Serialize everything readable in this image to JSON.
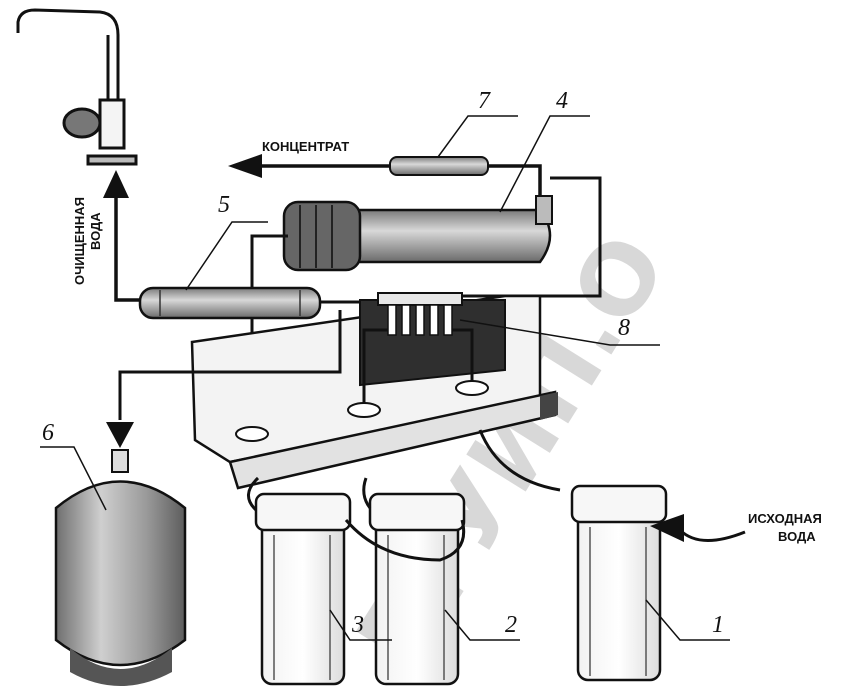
{
  "labels": {
    "concentrate": "КОНЦЕНТРАТ",
    "purified_water_line1": "ОЧИЩЕННАЯ",
    "purified_water_line2": "ВОДА",
    "source_water_line1": "ИСХОДНАЯ",
    "source_water_line2": "ВОДА"
  },
  "numbers": {
    "n1": "1",
    "n2": "2",
    "n3": "3",
    "n4": "4",
    "n5": "5",
    "n6": "6",
    "n7": "7",
    "n8": "8"
  },
  "watermark": {
    "text": "БГУИП.О"
  },
  "colors": {
    "line": "#111111",
    "tank": "#8f8f8f",
    "shadow": "#2a2a2a",
    "watermark": "#d8d8d8"
  }
}
